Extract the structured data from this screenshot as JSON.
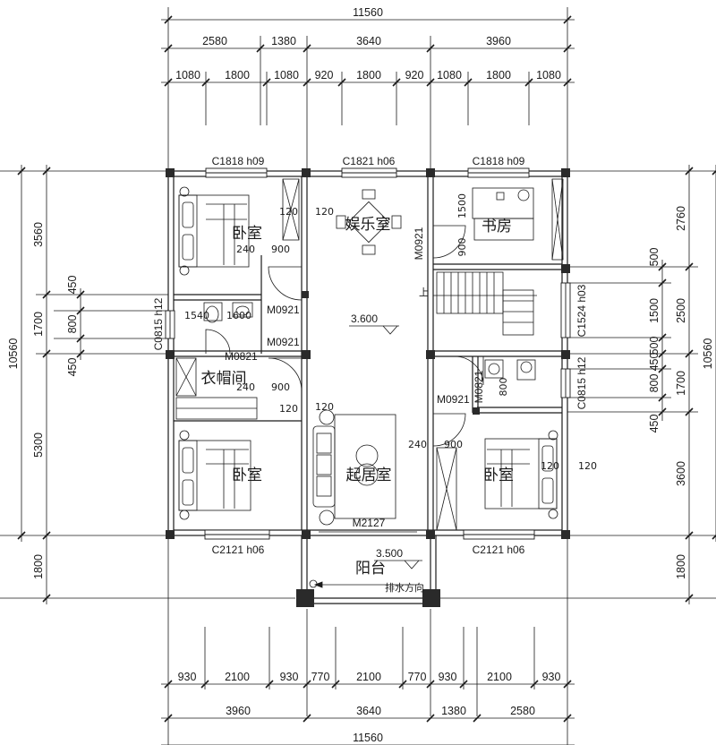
{
  "dims": {
    "top_total": "11560",
    "top_row2": [
      "2580",
      "1380",
      "3640",
      "3960"
    ],
    "top_row3": [
      "1080",
      "1800",
      "1080",
      "920",
      "1800",
      "920",
      "1080",
      "1800",
      "1080"
    ],
    "bottom_row1": [
      "930",
      "2100",
      "930",
      "770",
      "2100",
      "770",
      "930",
      "2100",
      "930"
    ],
    "bottom_row2": [
      "3960",
      "3640",
      "1380",
      "2580"
    ],
    "bottom_total": "11560",
    "left_total": "10560",
    "left_outer": [
      "3560",
      "1700",
      "5300",
      "1800"
    ],
    "left_inner": [
      "450",
      "800",
      "450"
    ],
    "right_total": "10560",
    "right_outer": [
      "2760",
      "2500",
      "1700",
      "3600",
      "1800"
    ],
    "right_inner": [
      "500",
      "1500",
      "500",
      "450",
      "800",
      "450"
    ]
  },
  "windows": {
    "top_left": "C1818  h09",
    "top_mid": "C1821  h06",
    "top_right": "C1818  h09",
    "bottom_left": "C2121  h06",
    "bottom_right": "C2121  h06",
    "left_small": "C0815  h12",
    "right_stair": "C1524  h03",
    "right_small": "C0815  h12"
  },
  "doors": {
    "d1": "M0921",
    "d2": "M0921",
    "d3": "M0921",
    "d4": "M0821",
    "d5": "M0921",
    "d6": "M0821",
    "d7": "M2127"
  },
  "rooms": {
    "bedroom_nw": "卧室",
    "entertainment": "娱乐室",
    "study": "书房",
    "closet": "衣帽间",
    "bedroom_sw": "卧室",
    "living": "起居室",
    "bedroom_se": "卧室",
    "balcony": "阳台"
  },
  "annotations": {
    "w120_a": "120",
    "w120_b": "120",
    "w240_a": "240",
    "w900_a": "900",
    "w1540": "1540",
    "w1600": "1600",
    "w240_b": "240",
    "w900_b": "900",
    "w120_c": "120",
    "w120_d": "120",
    "w1500": "1500",
    "w900_c": "900",
    "w800": "800",
    "w240_c": "240",
    "w900_d": "900",
    "w120_e": "120",
    "w120_f": "120",
    "stair_up": "上",
    "level_main": "3.600",
    "level_balcony": "3.500",
    "drain": "排水方向"
  }
}
